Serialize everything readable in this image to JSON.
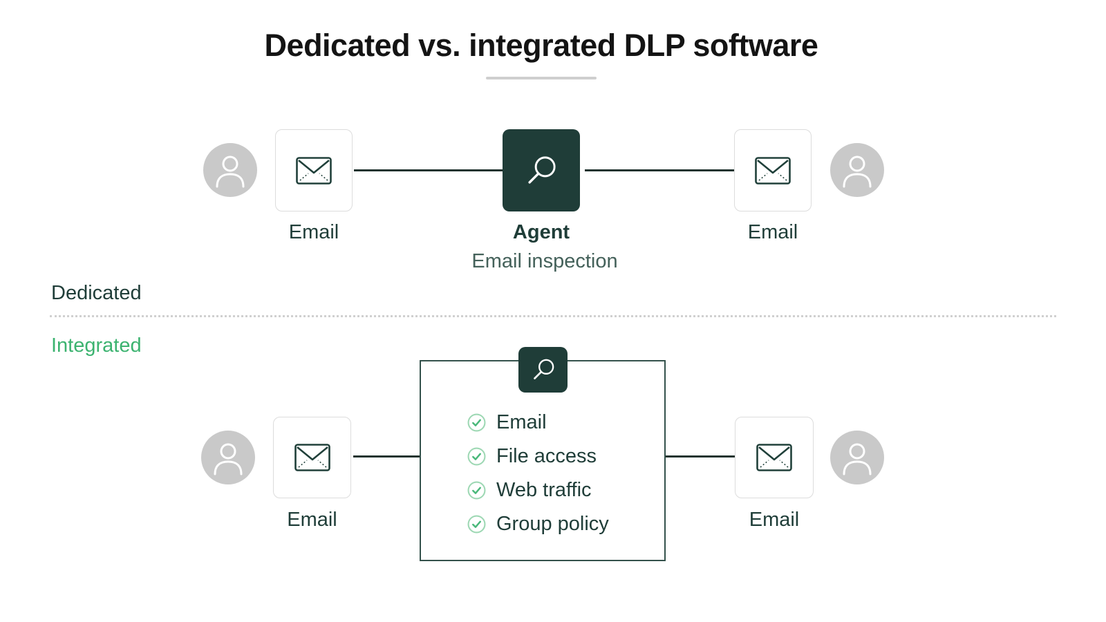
{
  "title": "Dedicated vs. integrated DLP software",
  "colors": {
    "dark_teal": "#1f3d38",
    "green": "#3cb370",
    "avatar_gray": "#c9c9c9",
    "node_border_gray": "#dcdcdc",
    "divider_gray": "#d0d0d0",
    "title_black": "#141414"
  },
  "dedicated": {
    "section_label": "Dedicated",
    "sender_email_label": "Email",
    "agent": {
      "label": "Agent",
      "sublabel": "Email inspection"
    },
    "receiver_email_label": "Email"
  },
  "integrated": {
    "section_label": "Integrated",
    "sender_email_label": "Email",
    "receiver_email_label": "Email",
    "capabilities": [
      "Email",
      "File access",
      "Web traffic",
      "Group policy"
    ]
  }
}
